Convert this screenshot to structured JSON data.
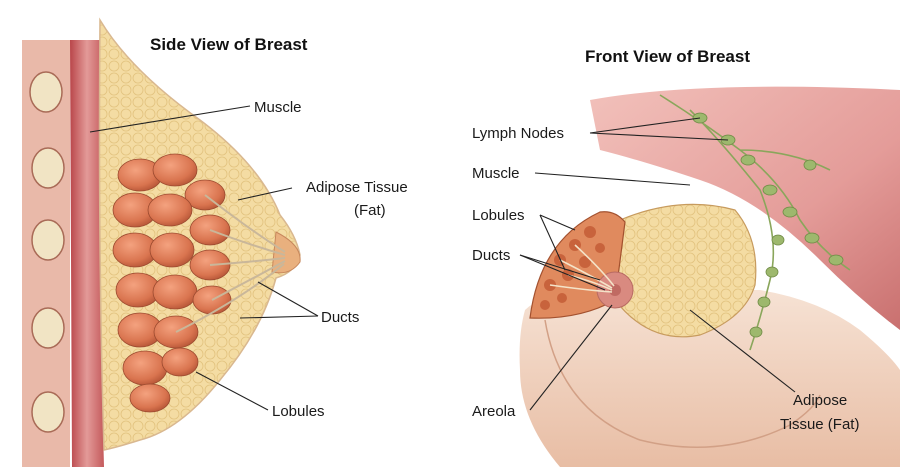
{
  "side_view": {
    "title": "Side View of Breast",
    "labels": {
      "muscle": "Muscle",
      "adipose_line1": "Adipose Tissue",
      "adipose_line2": "(Fat)",
      "ducts": "Ducts",
      "lobules": "Lobules"
    }
  },
  "front_view": {
    "title": "Front View of Breast",
    "labels": {
      "lymph_nodes": "Lymph Nodes",
      "muscle": "Muscle",
      "lobules": "Lobules",
      "ducts": "Ducts",
      "areola": "Areola",
      "adipose_line1": "Adipose",
      "adipose_line2": "Tissue (Fat)"
    }
  },
  "colors": {
    "skin": "#f3d6c4",
    "fat": "#f2d79a",
    "muscle": "#d9878a",
    "lobule": "#d9744f",
    "lymph": "#9db86d"
  }
}
